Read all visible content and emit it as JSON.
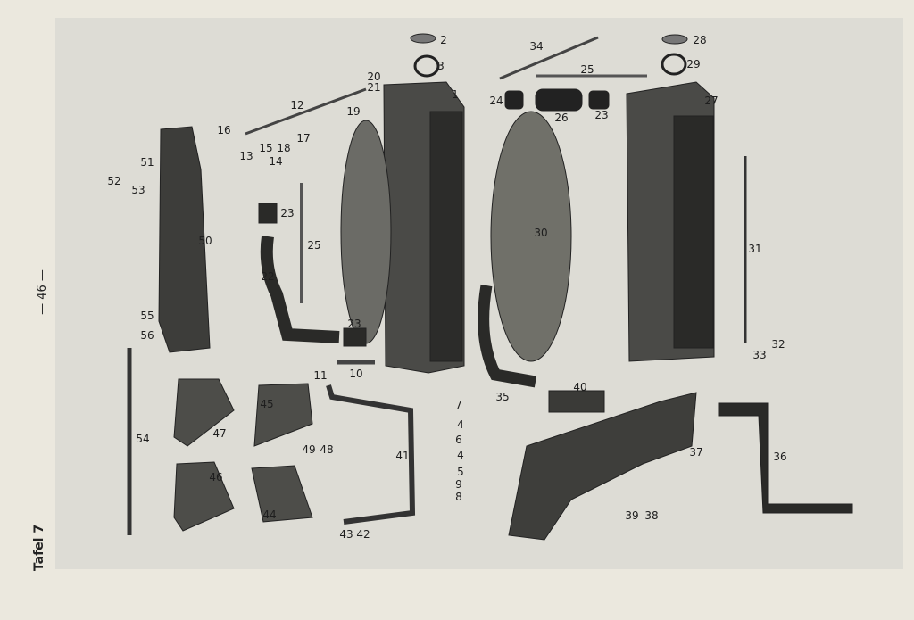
{
  "page_number": "— 46 —",
  "plate_title": "Tafel 7",
  "part_labels": [
    "2",
    "3",
    "1",
    "20",
    "21",
    "12",
    "19",
    "16",
    "17",
    "15",
    "18",
    "13",
    "14",
    "51",
    "52",
    "53",
    "23",
    "25",
    "50",
    "22",
    "23",
    "55",
    "56",
    "11",
    "10",
    "7",
    "4",
    "6",
    "4",
    "5",
    "9",
    "8",
    "45",
    "47",
    "49",
    "48",
    "41",
    "46",
    "44",
    "43",
    "42",
    "54",
    "34",
    "25",
    "24",
    "26",
    "23",
    "28",
    "29",
    "27",
    "30",
    "31",
    "32",
    "33",
    "35",
    "40",
    "37",
    "36",
    "39",
    "38"
  ]
}
